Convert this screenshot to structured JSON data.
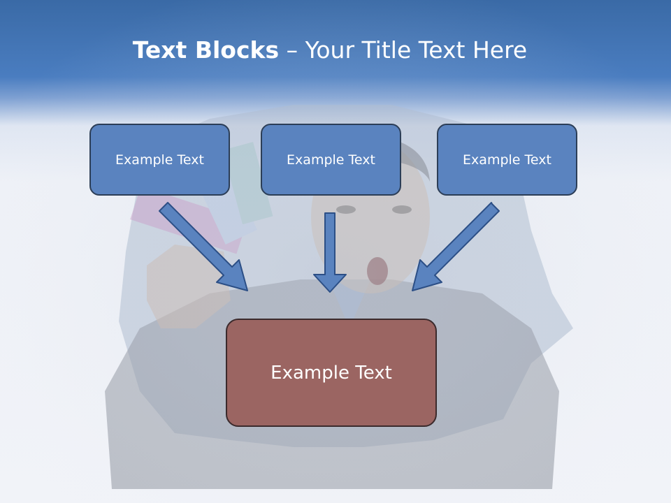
{
  "slide": {
    "title_bold": "Text Blocks",
    "title_rest": " – Your Title Text Here"
  },
  "blocks": [
    {
      "label": "Example Text"
    },
    {
      "label": "Example Text"
    },
    {
      "label": "Example Text"
    }
  ],
  "target_block": {
    "label": "Example Text"
  },
  "colors": {
    "header_blue": "#4a7dc0",
    "block_blue": "#5a83bf",
    "target_red": "#9b6562",
    "arrow_fill": "#5a83bf"
  },
  "icons": [
    "money-banknotes-image",
    "surprised-man-photo",
    "arrow-down-right-icon",
    "arrow-down-icon",
    "arrow-down-left-icon"
  ]
}
